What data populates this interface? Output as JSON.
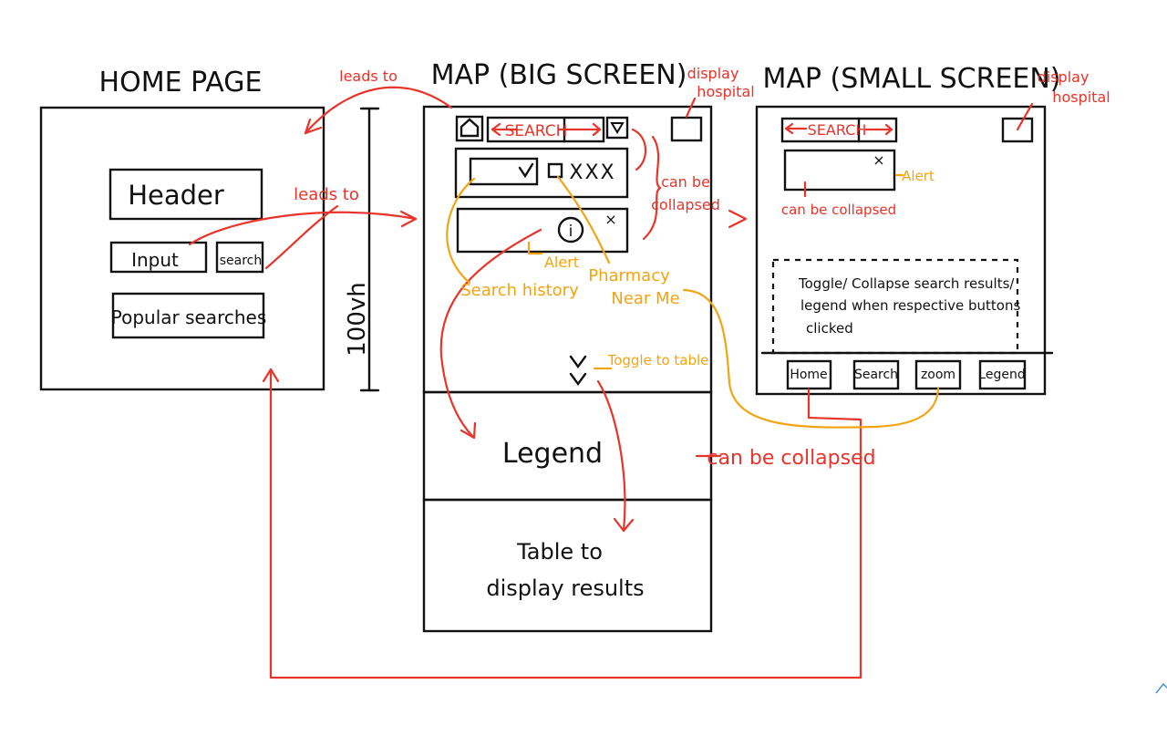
{
  "home": {
    "title": "HOME PAGE",
    "header": "Header",
    "input": "Input",
    "search": "search",
    "popular": "Popular searches"
  },
  "big": {
    "title": "MAP (BIG SCREEN)",
    "search": "SEARCH",
    "options": "XXX",
    "legend": "Legend",
    "table_line1": "Table to",
    "table_line2": "display results",
    "height_label": "100vh"
  },
  "small": {
    "title": "MAP (SMALL SCREEN)",
    "search": "SEARCH",
    "toggle_line1": "Toggle/ Collapse search results/",
    "toggle_line2": "legend when respective buttons",
    "toggle_line3": "clicked",
    "btn_home": "Home",
    "btn_search": "Search",
    "btn_zoom": "zoom",
    "btn_legend": "Legend"
  },
  "annotations": {
    "leads_to_1": "leads to",
    "leads_to_2": "leads to",
    "display_hospital_big_1": "display",
    "display_hospital_big_2": "hospital",
    "display_hospital_small_1": "display",
    "display_hospital_small_2": "hospital",
    "can_be_1": "can be",
    "collapsed_1": "collapsed",
    "alert_big": "Alert",
    "search_history": "Search history",
    "pharmacy_1": "Pharmacy",
    "pharmacy_2": "Near Me",
    "toggle_to_table": "Toggle to table",
    "can_be_collapsed_legend": "can be collapsed",
    "alert_small": "Alert",
    "can_be_collapsed_small": "can be collapsed"
  },
  "colors": {
    "ink": "#111111",
    "annotation_red": "#e8342a",
    "annotation_orange": "#f2a411"
  }
}
